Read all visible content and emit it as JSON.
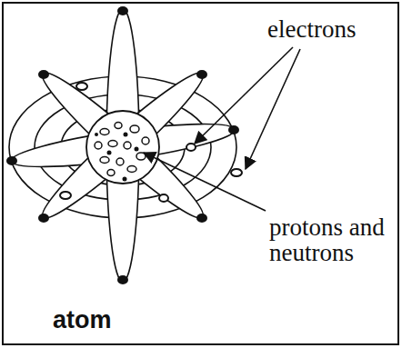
{
  "diagram": {
    "labels": [
      "electrons",
      "protons and neutrons",
      "atom"
    ]
  }
}
